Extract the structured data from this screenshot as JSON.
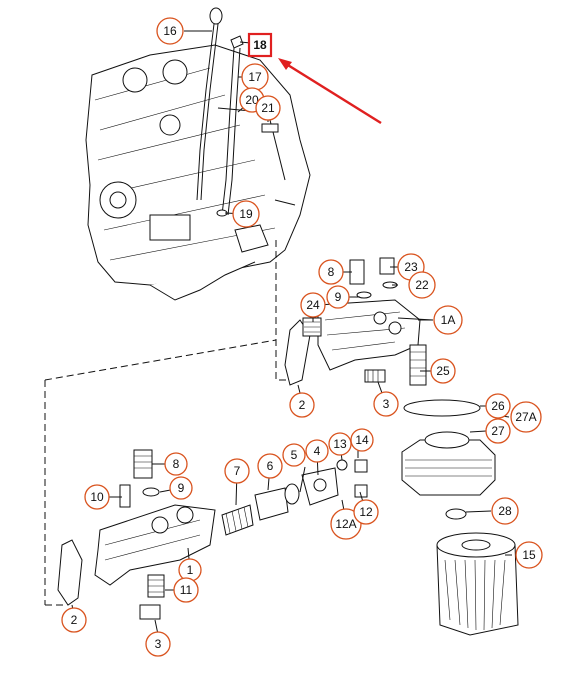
{
  "diagram": {
    "labels": [
      "16",
      "18",
      "17",
      "20",
      "21",
      "19",
      "8",
      "23",
      "9",
      "22",
      "24",
      "1A",
      "25",
      "2",
      "3",
      "26",
      "27A",
      "27",
      "6",
      "5",
      "4",
      "13",
      "14",
      "8",
      "7",
      "9",
      "10",
      "12A",
      "12",
      "28",
      "15",
      "1",
      "11",
      "2",
      "3"
    ],
    "highlight_color": "#e02020",
    "callout_color": "#d9531e"
  }
}
